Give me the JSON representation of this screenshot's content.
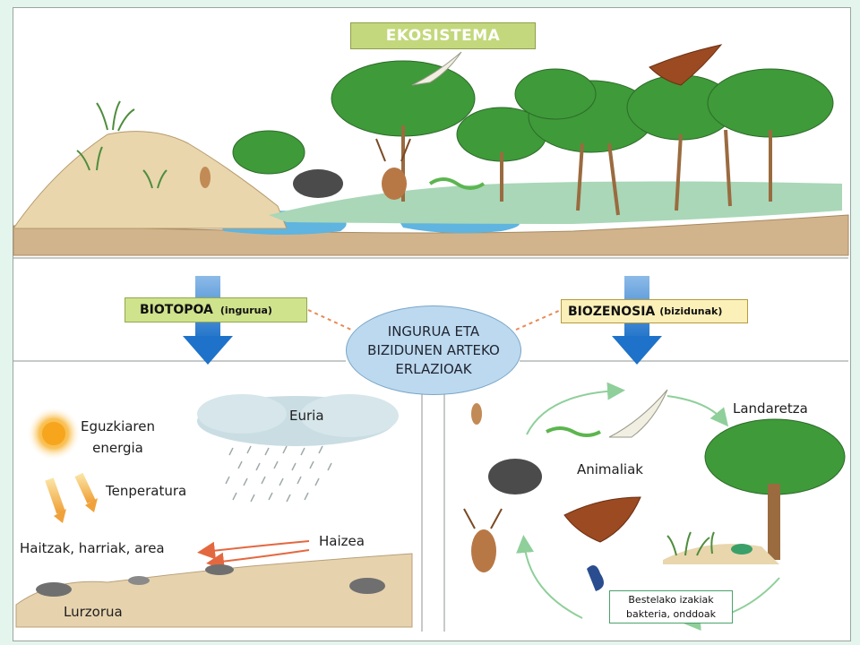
{
  "title": "EKOSISTEMA",
  "biotopoa": {
    "label": "BIOTOPOA",
    "sub": "(ingurua)"
  },
  "biozenosia": {
    "label": "BIOZENOSIA",
    "sub": "(bizidunak)"
  },
  "center": {
    "line1": "INGURUA ETA",
    "line2": "BIZIDUNEN ARTEKO",
    "line3": "ERLAZIOAK"
  },
  "biotope_labels": {
    "sun_line1": "Eguzkiaren",
    "sun_line2": "energia",
    "rain": "Euria",
    "temperature": "Tenperatura",
    "wind": "Haizea",
    "rocks": "Haitzak, harriak, area",
    "soil": "Lurzorua"
  },
  "biocenosis_labels": {
    "plants": "Landaretza",
    "animals": "Animaliak",
    "other_line1": "Bestelako izakiak",
    "other_line2": "bakteria, onddoak"
  },
  "colors": {
    "title_fill": "#c3d87c",
    "box_fill": "#cfe28c",
    "biozenosia_fill": "#fbf0b8",
    "oval_fill": "#bcd9ef",
    "arrow_blue": "#1f72c9",
    "cycle_green": "#8fcf9a",
    "wind_arrow": "#e4683f",
    "sun": "#f7a51c"
  }
}
